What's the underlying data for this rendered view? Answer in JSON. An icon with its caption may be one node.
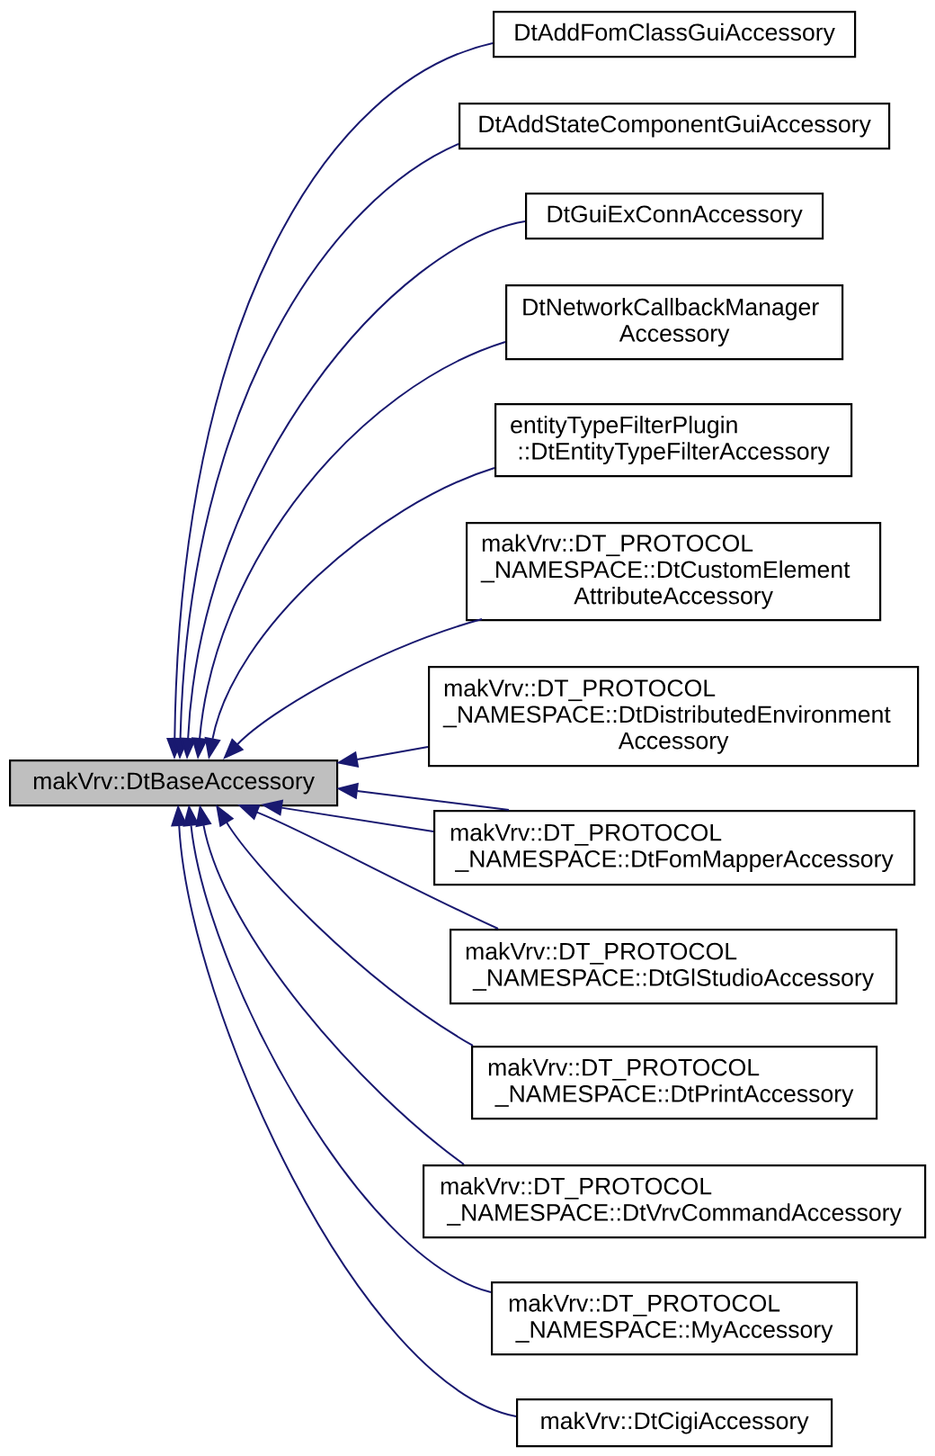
{
  "diagram": {
    "nodes": [
      {
        "text": [
          "makVrv::DtBaseAccessory"
        ]
      },
      {
        "text": [
          "DtAddFomClassGuiAccessory"
        ]
      },
      {
        "text": [
          "DtAddStateComponentGuiAccessory"
        ]
      },
      {
        "text": [
          "DtGuiExConnAccessory"
        ]
      },
      {
        "text": [
          "DtNetworkCallbackManager Accessory"
        ]
      },
      {
        "text": [
          "entityTypeFilterPlugin ::DtEntityTypeFilterAccessory"
        ]
      },
      {
        "text": [
          "makVrv::DT_PROTOCOL _NAMESPACE::DtCustomElement AttributeAccessory"
        ]
      },
      {
        "text": [
          "makVrv::DT_PROTOCOL _NAMESPACE::DtDistributedEnvironment Accessory"
        ]
      },
      {
        "text": [
          "makVrv::DT_PROTOCOL _NAMESPACE::DtFomMapperAccessory"
        ]
      },
      {
        "text": [
          "makVrv::DT_PROTOCOL _NAMESPACE::DtGlStudioAccessory"
        ]
      },
      {
        "text": [
          "makVrv::DT_PROTOCOL _NAMESPACE::DtPrintAccessory"
        ]
      },
      {
        "text": [
          "makVrv::DT_PROTOCOL _NAMESPACE::DtVrvCommandAccessory"
        ]
      },
      {
        "text": [
          "makVrv::DT_PROTOCOL _NAMESPACE::MyAccessory"
        ]
      },
      {
        "text": [
          "makVrv::DtCigiAccessory"
        ]
      }
    ],
    "edges": [
      {
        "from": 1,
        "to": 0,
        "arrow": "to"
      },
      {
        "from": 2,
        "to": 0,
        "arrow": "to"
      },
      {
        "from": 3,
        "to": 0,
        "arrow": "to"
      },
      {
        "from": 4,
        "to": 0,
        "arrow": "to"
      },
      {
        "from": 5,
        "to": 0,
        "arrow": "to"
      },
      {
        "from": 6,
        "to": 0,
        "arrow": "to"
      },
      {
        "from": 7,
        "to": 0,
        "arrow": "to"
      },
      {
        "from": 8,
        "to": 0,
        "arrow": "to"
      },
      {
        "from": 8,
        "to": 0,
        "arrow": "to"
      },
      {
        "from": 9,
        "to": 0,
        "arrow": "to"
      },
      {
        "from": 10,
        "to": 0,
        "arrow": "to"
      },
      {
        "from": 11,
        "to": 0,
        "arrow": "to"
      },
      {
        "from": 12,
        "to": 0,
        "arrow": "to"
      },
      {
        "from": 13,
        "to": 0,
        "arrow": "to"
      }
    ]
  }
}
